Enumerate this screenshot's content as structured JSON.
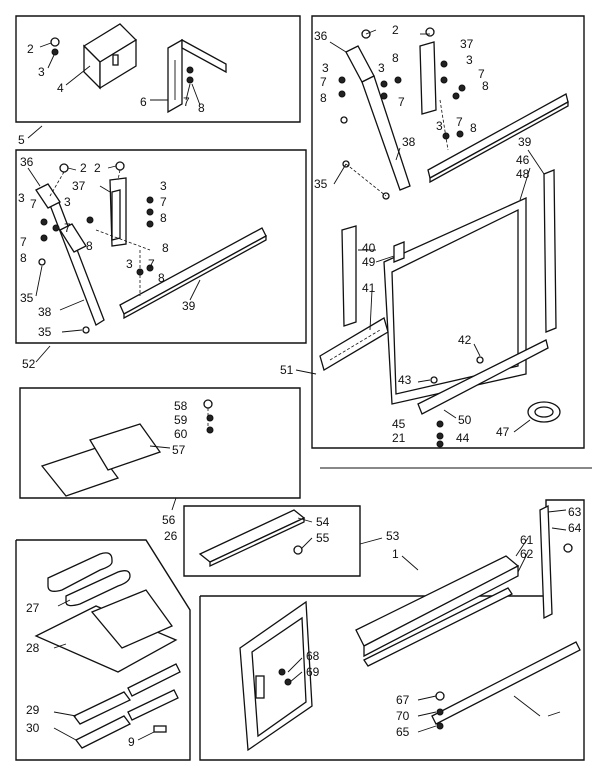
{
  "labels": {
    "l1": "1",
    "l2": "2",
    "l3": "3",
    "l4": "4",
    "l5": "5",
    "l6": "6",
    "l7": "7",
    "l8": "8",
    "l9": "9",
    "l21": "21",
    "l26": "26",
    "l27": "27",
    "l28": "28",
    "l29": "29",
    "l30": "30",
    "l35": "35",
    "l36": "36",
    "l37": "37",
    "l38": "38",
    "l39": "39",
    "l40": "40",
    "l41": "41",
    "l42": "42",
    "l43": "43",
    "l44": "44",
    "l45": "45",
    "l46": "46",
    "l47": "47",
    "l48": "48",
    "l49": "49",
    "l50": "50",
    "l51": "51",
    "l52": "52",
    "l53": "53",
    "l54": "54",
    "l55": "55",
    "l56": "56",
    "l57": "57",
    "l58": "58",
    "l59": "59",
    "l60": "60",
    "l61": "61",
    "l62": "62",
    "l63": "63",
    "l64": "64",
    "l65": "65",
    "l67": "67",
    "l68": "68",
    "l69": "69",
    "l70": "70"
  }
}
